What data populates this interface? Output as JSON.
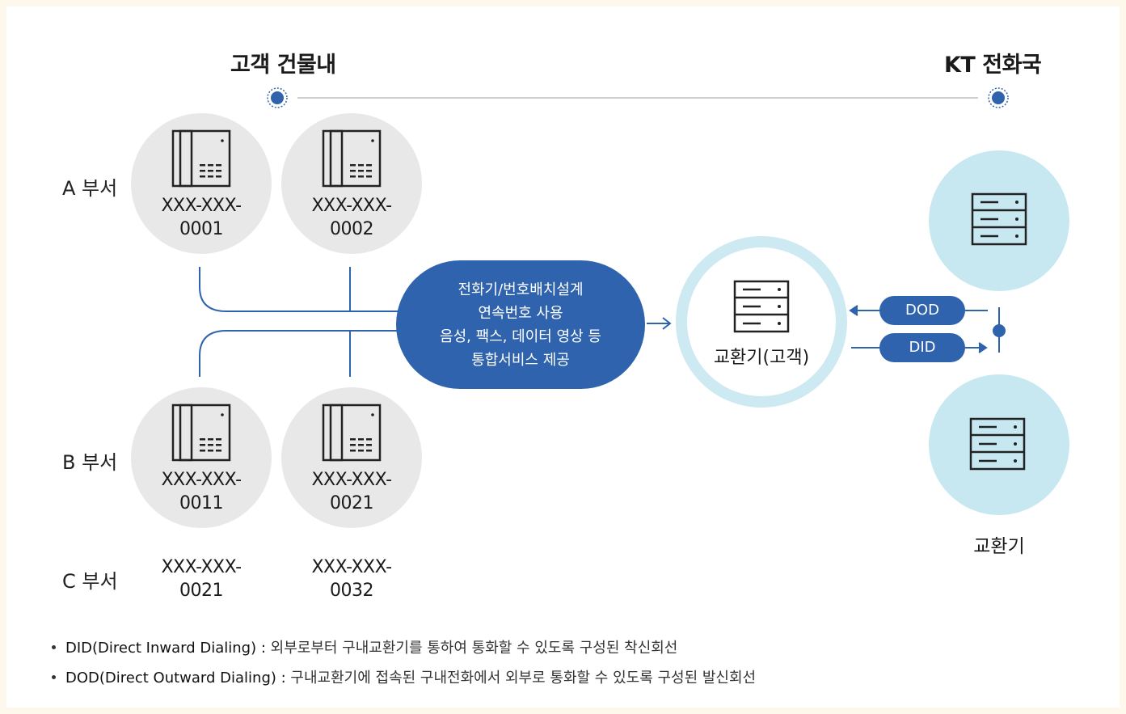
{
  "header": {
    "customer_building": "고객 건물내",
    "kt_office": "KT 전화국"
  },
  "departments": {
    "a": "A 부서",
    "b": "B 부서",
    "c": "C 부서"
  },
  "phones": {
    "p1": {
      "line1": "XXX-XXX-",
      "line2": "0001"
    },
    "p2": {
      "line1": "XXX-XXX-",
      "line2": "0002"
    },
    "p3": {
      "line1": "XXX-XXX-",
      "line2": "0011"
    },
    "p4": {
      "line1": "XXX-XXX-",
      "line2": "0021"
    },
    "c1": {
      "line1": "XXX-XXX-",
      "line2": "0021"
    },
    "c2": {
      "line1": "XXX-XXX-",
      "line2": "0032"
    }
  },
  "center": {
    "line1": "전화기/번호배치설계",
    "line2": "연속번호 사용",
    "line3": "음성, 팩스, 데이터 영상 등",
    "line4": "통합서비스 제공"
  },
  "customer_exchange": "교환기(고객)",
  "dod": "DOD",
  "did": "DID",
  "kt_exchange": "교환기",
  "notes": [
    {
      "term": "DID(Direct Inward Dialing) :",
      "desc": "외부로부터 구내교환기를 통하여 통화할 수 있도록 구성된 착신회선"
    },
    {
      "term": "DOD(Direct Outward Dialing) :",
      "desc": "구내교환기에 접속된 구내전화에서 외부로 통화할 수 있도록 구성된 발신회선"
    }
  ],
  "colors": {
    "accent": "#2f63ad",
    "light_blue": "#c7e8f1",
    "gray": "#e8e8e8",
    "background": "#fdf7ec"
  }
}
